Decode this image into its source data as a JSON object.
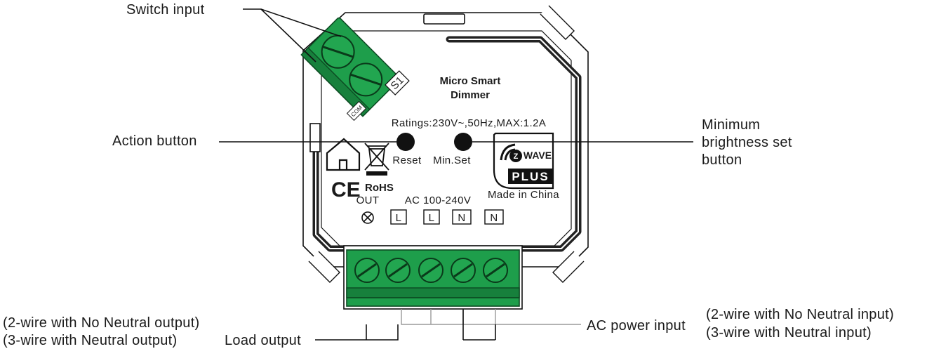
{
  "device": {
    "product_name": [
      "Micro Smart",
      "Dimmer"
    ],
    "ratings": "Ratings:230V~,50Hz,MAX:1.2A",
    "reset_label": "Reset",
    "min_set_label": "Min.Set",
    "rohs": "RoHS",
    "out_label": "OUT",
    "ac_range": "AC 100-240V",
    "terminals": [
      "L",
      "L",
      "N",
      "N"
    ],
    "switch_terminal_s1": "S1",
    "switch_terminal_com": "COM",
    "made_in": "Made in China",
    "zwave_logo_text": "WAVE",
    "zwave_plus_text": "PLUS",
    "ce_mark": "CE"
  },
  "callouts": {
    "switch_input": "Switch input",
    "action_button": "Action button",
    "min_brightness": [
      "Minimum",
      "brightness set",
      "button"
    ],
    "load_output": "Load output",
    "load_output_notes": [
      "(2-wire with No Neutral output)",
      "(3-wire with Neutral output)"
    ],
    "ac_power_input": "AC power input",
    "ac_power_notes": [
      "(2-wire with No Neutral input)",
      "(3-wire with Neutral input)"
    ]
  },
  "colors": {
    "terminal_green": "#1e9e4b",
    "outline": "#111111",
    "leader_grey": "#9a9a9a"
  }
}
